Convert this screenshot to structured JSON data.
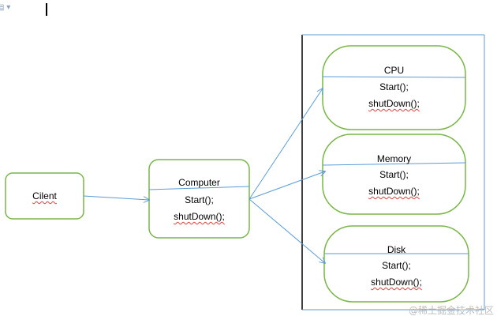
{
  "toolbar": {
    "doc_icon": "document-dropdown-icon"
  },
  "nodes": {
    "client": {
      "name": "Cilent"
    },
    "computer": {
      "name": "Computer",
      "method1": "Start();",
      "method2": "shutDown();"
    },
    "cpu": {
      "name": "CPU",
      "method1": "Start();",
      "method2": "shutDown();"
    },
    "memory": {
      "name": "Memory",
      "method1": "Start();",
      "method2": "shutDown();"
    },
    "disk": {
      "name": "Disk",
      "method1": "Start();",
      "method2": "shutDown();"
    }
  },
  "watermark": "@稀土掘金技术社区",
  "colors": {
    "node_border": "#7ab648",
    "arrow": "#5b9bd5",
    "container_left": "#000000",
    "container_other": "#5b9bd5"
  }
}
